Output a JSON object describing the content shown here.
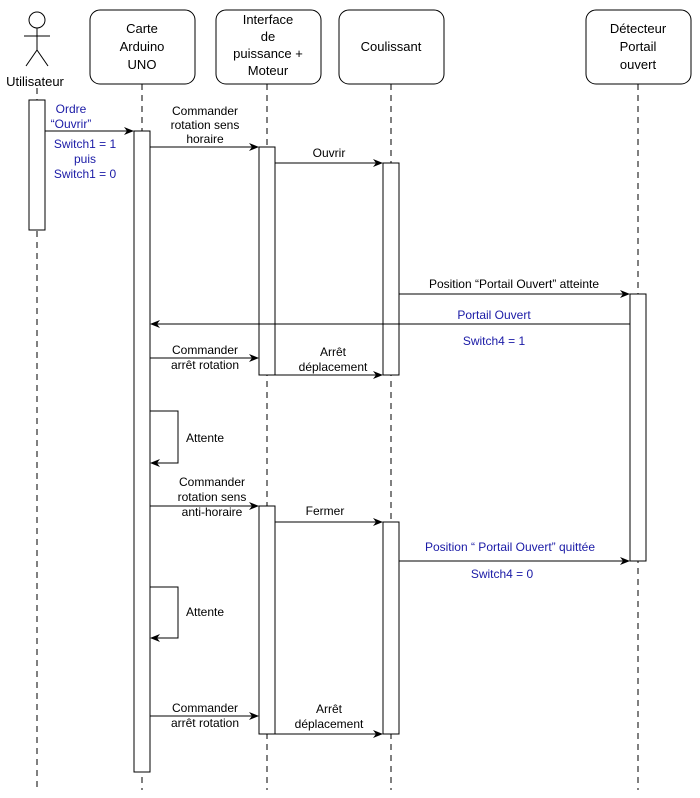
{
  "participants": {
    "user": {
      "label": "Utilisateur"
    },
    "arduino": {
      "lines": [
        "Carte",
        "Arduino",
        "UNO"
      ]
    },
    "power": {
      "lines": [
        "Interface",
        "de",
        "puissance +",
        "Moteur"
      ]
    },
    "slider": {
      "lines": [
        "Coulissant"
      ]
    },
    "sensor": {
      "lines": [
        "Détecteur",
        "Portail",
        "ouvert"
      ]
    }
  },
  "messages": {
    "order": {
      "lines": [
        "Ordre",
        "“Ouvrir”"
      ]
    },
    "switch1": {
      "lines": [
        "Switch1 = 1",
        "puis",
        "Switch1 = 0"
      ]
    },
    "cmd_cw": {
      "lines": [
        "Commander",
        "rotation sens",
        "horaire"
      ]
    },
    "open": {
      "lines": [
        "Ouvrir"
      ]
    },
    "pos_reached": {
      "lines": [
        "Position “Portail Ouvert” atteinte"
      ]
    },
    "gate_open": {
      "lines": [
        "Portail Ouvert"
      ]
    },
    "switch4_on": {
      "lines": [
        "Switch4 = 1"
      ]
    },
    "cmd_stop1": {
      "lines": [
        "Commander",
        "arrêt rotation"
      ]
    },
    "stop_move1": {
      "lines": [
        "Arrêt",
        "déplacement"
      ]
    },
    "wait1": {
      "lines": [
        "Attente"
      ]
    },
    "cmd_ccw": {
      "lines": [
        "Commander",
        "rotation sens",
        "anti-horaire"
      ]
    },
    "close": {
      "lines": [
        "Fermer"
      ]
    },
    "pos_left": {
      "lines": [
        "Position “ Portail Ouvert” quittée"
      ]
    },
    "switch4_off": {
      "lines": [
        "Switch4 = 0"
      ]
    },
    "wait2": {
      "lines": [
        "Attente"
      ]
    },
    "cmd_stop2": {
      "lines": [
        "Commander",
        "arrêt rotation"
      ]
    },
    "stop_move2": {
      "lines": [
        "Arrêt",
        "déplacement"
      ]
    }
  }
}
